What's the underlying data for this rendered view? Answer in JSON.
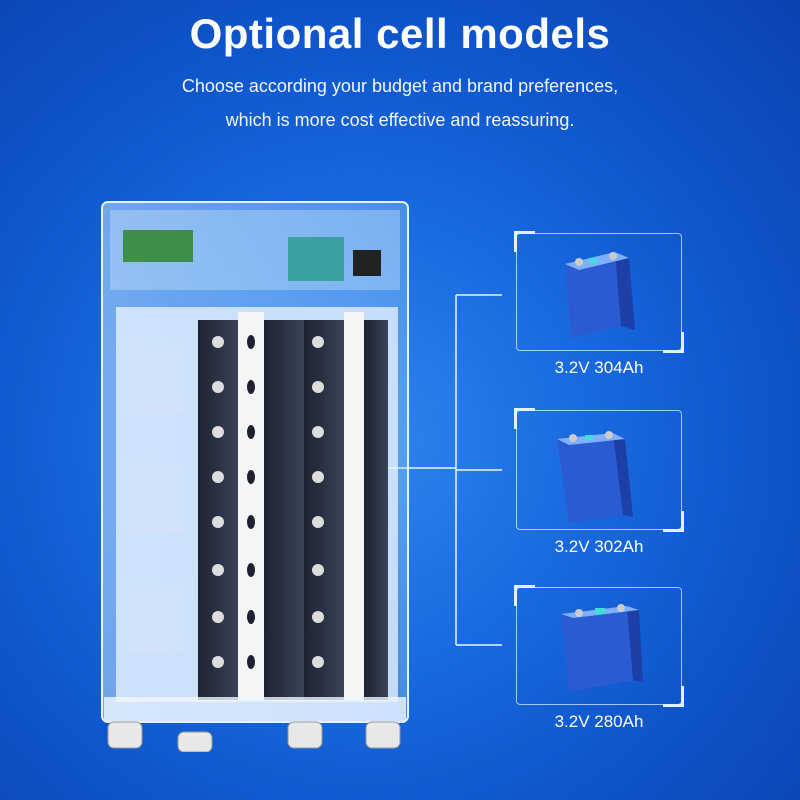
{
  "header": {
    "title": "Optional cell models",
    "subtitle_line1": "Choose according your budget and brand preferences,",
    "subtitle_line2": "which is more cost effective and reassuring."
  },
  "cells": [
    {
      "label": "3.2V 304Ah"
    },
    {
      "label": "3.2V 302Ah"
    },
    {
      "label": "3.2V 280Ah"
    }
  ],
  "colors": {
    "background": "#1a6be0",
    "cell_body": "#2f5fd0",
    "accent_line": "#e6f4ff"
  }
}
